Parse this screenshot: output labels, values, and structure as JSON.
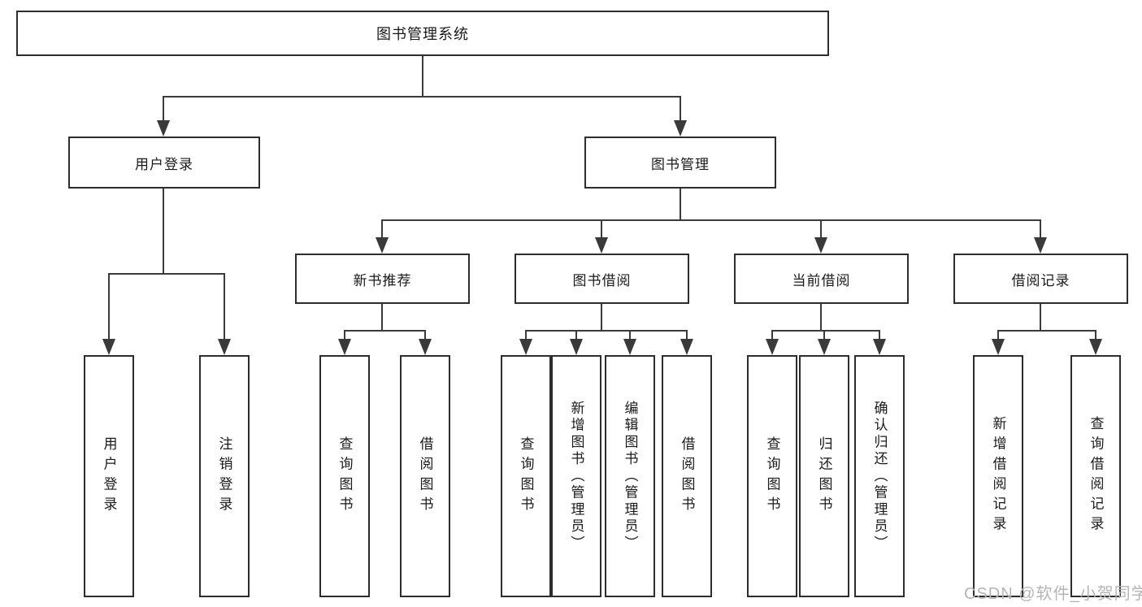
{
  "tree": {
    "root": {
      "label": "图书管理系统"
    },
    "branches": [
      {
        "label": "用户登录",
        "children": [
          {
            "label": "用户登录"
          },
          {
            "label": "注销登录"
          }
        ]
      },
      {
        "label": "图书管理",
        "children": [
          {
            "label": "新书推荐",
            "children": [
              {
                "label": "查询图书"
              },
              {
                "label": "借阅图书"
              }
            ]
          },
          {
            "label": "图书借阅",
            "children": [
              {
                "label": "查询图书"
              },
              {
                "label": "新增图书（管理员）"
              },
              {
                "label": "编辑图书（管理员）"
              },
              {
                "label": "借阅图书"
              }
            ]
          },
          {
            "label": "当前借阅",
            "children": [
              {
                "label": "查询图书"
              },
              {
                "label": "归还图书"
              },
              {
                "label": "确认归还（管理员）"
              }
            ]
          },
          {
            "label": "借阅记录",
            "children": [
              {
                "label": "新增借阅记录"
              },
              {
                "label": "查询借阅记录"
              }
            ]
          }
        ]
      }
    ]
  },
  "watermark": "CSDN @软件_小贺同学",
  "colors": {
    "box_border": "#2d2d2d",
    "connector_line": "#3a3a3a",
    "text": "#1a1a1a",
    "watermark": "#b5b5b5",
    "background": "#ffffff"
  }
}
